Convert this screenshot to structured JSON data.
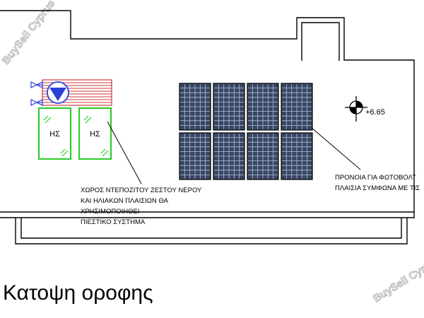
{
  "labels": {
    "level": "+6.65",
    "tank_1": "ΗΣ",
    "tank_2": "ΗΣ",
    "heater_note": [
      "ΧΩΡΟΣ ΝΤΕΠΟΖΙΤΟΥ ΖΕΣΤΟΥ ΝΕΡΟΥ",
      "ΚΑΙ ΗΛΙΑΚΩΝ ΠΛΑΙΣΙΩΝ ΘΑ",
      "ΧΡΗΣΙΜΟΠΟΙΗΘΕΙ",
      "ΠΙΕΣΤΙΚΟ ΣΥΣΤΗΜΑ"
    ],
    "pv_note": [
      "ΠΡΟΝΟΙΑ ΓΙΑ ΦΩΤΟΒΟΛΤ",
      "ΠΛΑΙΣΙΑ ΣΥΜΦΩΝΑ ΜΕ ΤΙΣ"
    ]
  },
  "title": "Κατοψη οροφης",
  "watermark": {
    "top_left": "BuySell Cyprus",
    "bottom_right": "BuySell Cyprus"
  },
  "solar_panels": {
    "rows": 2,
    "columns": 4
  },
  "colors": {
    "outline": "#000000",
    "tank_green": "#2fcc2f",
    "hatch_red": "#cc3a3a",
    "pump_blue": "#2a40d8",
    "valve_blue": "#2a40d8",
    "panel_fill": "#3a4660",
    "panel_grid": "#a8c2e8"
  }
}
